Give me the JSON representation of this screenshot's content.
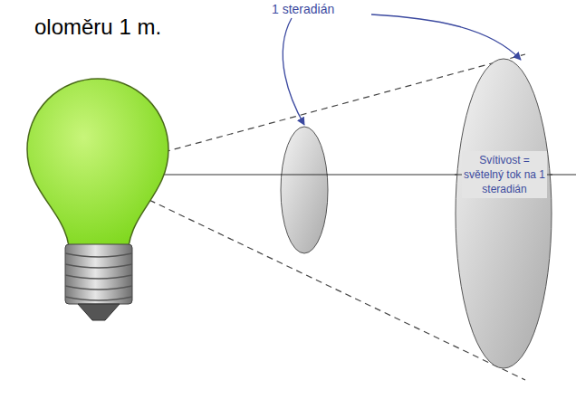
{
  "diagram": {
    "nodes": [
      {
        "text": [
          "Svítivost = světelný tok na 1 steradián"
        ]
      }
    ],
    "labels": [
      "oloměru 1 m.",
      "1 steradián"
    ]
  }
}
